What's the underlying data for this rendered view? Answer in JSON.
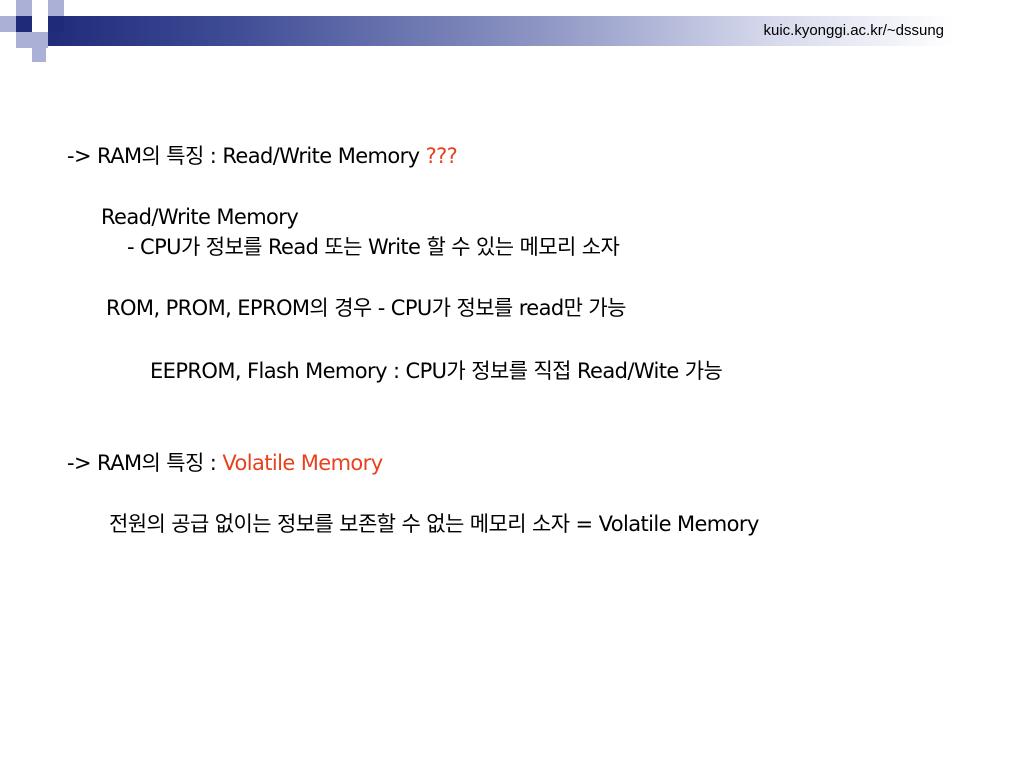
{
  "header": {
    "url": "kuic.kyonggi.ac.kr/~dssung"
  },
  "body": {
    "ram_rw_prefix": "-> RAM의 특징 : Read/Write Memory ",
    "ram_rw_mark": "???",
    "rw_title": "Read/Write Memory",
    "rw_desc": "- CPU가 정보를 Read 또는 Write 할 수 있는 메모리 소자",
    "rom_line": "ROM, PROM, EPROM의 경우 - CPU가 정보를 read만 가능",
    "eeprom_line": "EEPROM, Flash Memory : CPU가 정보를 직접 Read/Wite 가능",
    "ram_vol_prefix": "-> RAM의 특징 : ",
    "ram_vol_term": "Volatile Memory",
    "vol_desc": "전원의 공급 없이는 정보를 보존할 수 없는 메모리 소자 = Volatile Memory"
  },
  "colors": {
    "accent_red": "#e8411d",
    "header_navy": "#1f2a78",
    "header_light": "#aab0d6"
  }
}
